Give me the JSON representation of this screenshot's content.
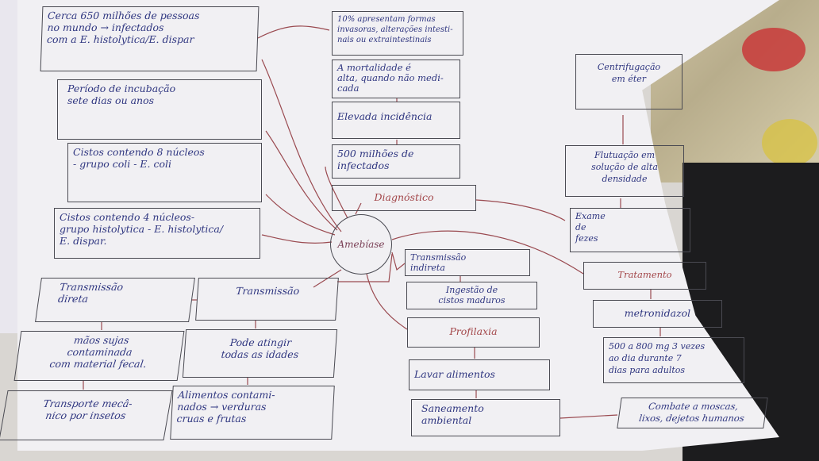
{
  "center": "Amebíase",
  "boxes": {
    "b1": "Cerca 650 milhões de pessoas\nno mundo → infectados\ncom a E. histolytica/E. dispar",
    "b2": "10% apresentam formas\ninvasoras, alterações intesti-\nnais ou extraintestinais",
    "b3": "Período de incubação\nsete dias ou anos",
    "b4": "A mortalidade é\nalta, quando não medi-\ncada",
    "b5": "Elevada incidência",
    "b6": "Cistos contendo 8 núcleos\n- grupo coli - E. coli",
    "b7": "500 milhões de\ninfectados",
    "b8": "Diagnóstico",
    "b9": "Cistos contendo 4 núcleos-\ngrupo histolytica - E. histolytica/\nE. dispar.",
    "b10": "Centrifugação\nem éter",
    "b11": "Flutuação em\nsolução de alta\ndensidade",
    "b12": "Exame\nde\nfezes",
    "b13": "Transmissão\nindireta",
    "b14": "Ingestão de\ncistos maduros",
    "b15": "Tratamento",
    "b16": "metronidazol",
    "b17": "Profilaxia",
    "b18": "500 a 800 mg 3 vezes\nao dia durante 7\ndias para adultos",
    "b19": "Lavar alimentos",
    "b20": "Saneamento\nambiental",
    "b21": "Combate a moscas,\nlixos, dejetos humanos",
    "b22": "Transmissão\ndireta",
    "b23": "Transmissão",
    "b24": "mãos sujas\ncontaminada\ncom material fecal.",
    "b25": "Pode atingir\ntodas as idades",
    "b26": "Transporte mecâ-\nnico por insetos",
    "b27": "Alimentos contami-\nnados → verduras\ncruas e frutas"
  },
  "colors": {
    "blue_ink": "#2f3680",
    "red_ink": "#a3474a",
    "connector": "#9a4a50"
  }
}
